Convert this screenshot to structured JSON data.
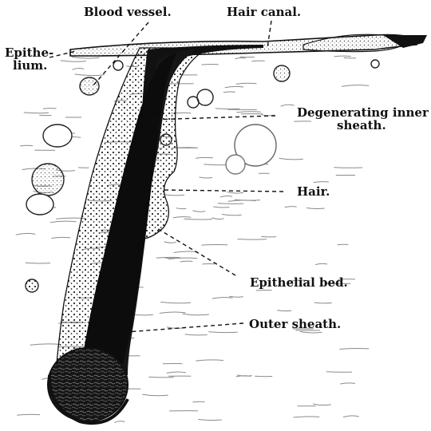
{
  "labels": {
    "blood_vessel": "Blood vessel.",
    "hair_canal": "Hair canal.",
    "epithelium_line1": "Epithe-",
    "epithelium_line2": "lium.",
    "degenerating_line1": "Degenerating inner",
    "degenerating_line2": "sheath.",
    "hair": "Hair.",
    "epithelial_bed": "Epithelial bed.",
    "outer_sheath": "Outer sheath."
  },
  "colors": {
    "ink": "#111111",
    "background": "#ffffff",
    "tissue": "#8a8a8a"
  }
}
